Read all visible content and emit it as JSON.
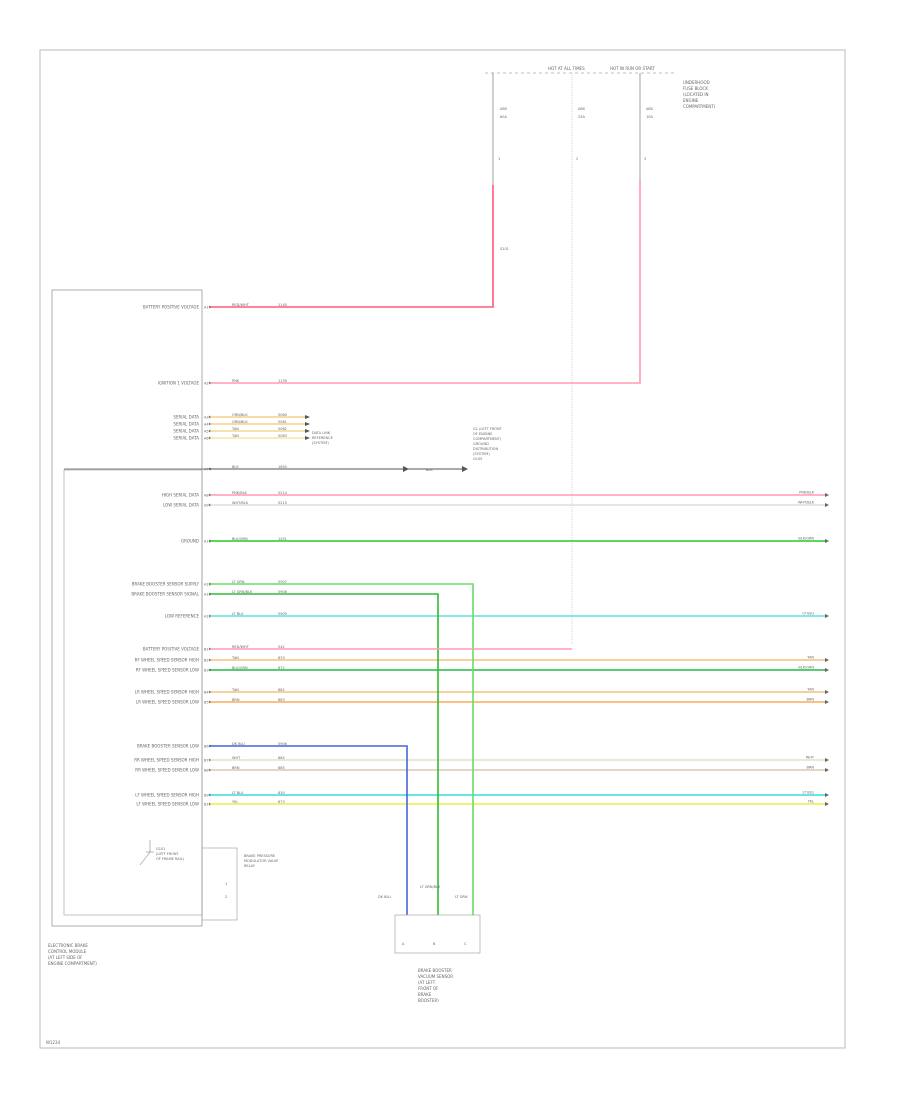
{
  "fuse_block": {
    "top_labels": [
      "HOT AT ALL TIMES",
      "HOT IN RUN OR START"
    ],
    "side_label": [
      "UNDERHOOD",
      "FUSE BLOCK",
      "(LOCATED IN",
      "ENGINE",
      "COMPARTMENT)"
    ],
    "fuses": [
      {
        "name": "ABS",
        "rating": "60A",
        "circuit": "1"
      },
      {
        "name": "ABS",
        "rating": "25A",
        "circuit": "2"
      },
      {
        "name": "ABS",
        "rating": "10A",
        "circuit": "3"
      }
    ],
    "splice": "S101"
  },
  "module": {
    "label": [
      "ELECTRONIC BRAKE",
      "CONTROL MODULE",
      "(AT LEFT SIDE OF",
      "ENGINE COMPARTMENT)"
    ],
    "ground_label": [
      "G101",
      "(LEFT FRONT",
      "OF FRAME RAIL)"
    ],
    "switch_label": [
      "BRAKE PRESSURE",
      "MODULATOR VALVE",
      "RELAY"
    ],
    "pins": [
      {
        "num": "A1",
        "label": "BATTERY POSITIVE VOLTAGE",
        "wire": "RED/WHT",
        "circuit": "1140",
        "color": "#ff5a7a"
      },
      {
        "num": "A2",
        "label": "IGNITION 1 VOLTAGE",
        "wire": "PNK",
        "circuit": "1139",
        "color": "#ff9ab0"
      },
      {
        "num": "A3",
        "label": "SERIAL DATA",
        "wire": "ORN/BLK",
        "circuit": "5060",
        "color": "#f5d08a"
      },
      {
        "num": "A4",
        "label": "SERIAL DATA",
        "wire": "ORN/BLK",
        "circuit": "5061",
        "color": "#f5d08a"
      },
      {
        "num": "A5",
        "label": "SERIAL DATA",
        "wire": "TAN",
        "circuit": "5062",
        "color": "#f0d890"
      },
      {
        "num": "A6",
        "label": "SERIAL DATA",
        "wire": "TAN",
        "circuit": "5063",
        "color": "#f5e6a0"
      },
      {
        "num": "A7",
        "label": "",
        "wire": "BLK",
        "circuit": "1650",
        "color": "#555555"
      },
      {
        "num": "A8",
        "label": "HIGH SERIAL DATA",
        "wire": "PNK/BLK",
        "circuit": "5214",
        "color": "#ff9ab0"
      },
      {
        "num": "A9",
        "label": "LOW SERIAL DATA",
        "wire": "WHT/BLK",
        "circuit": "5215",
        "color": "#dddddd"
      },
      {
        "num": "A10",
        "label": "GROUND",
        "wire": "BLK/GRN",
        "circuit": "1451",
        "color": "#22cc22"
      },
      {
        "num": "A11",
        "label": "BRAKE BOOSTER SENSOR SUPPLY",
        "wire": "LT GRN",
        "circuit": "5907",
        "color": "#66dd66"
      },
      {
        "num": "A12",
        "label": "BRAKE BOOSTER SENSOR SIGNAL",
        "wire": "LT GRN/BLK",
        "circuit": "5908",
        "color": "#33bb33"
      },
      {
        "num": "A13",
        "label": "LOW REFERENCE",
        "wire": "LT BLU",
        "circuit": "5909",
        "color": "#66dddd"
      },
      {
        "num": "B1",
        "label": "BATTERY POSITIVE VOLTAGE",
        "wire": "RED/WHT",
        "circuit": "542",
        "color": "#ff9ab0"
      },
      {
        "num": "B2",
        "label": "RF WHEEL SPEED SENSOR HIGH",
        "wire": "TAN",
        "circuit": "833",
        "color": "#f5c080"
      },
      {
        "num": "B3",
        "label": "RF WHEEL SPEED SENSOR LOW",
        "wire": "BLK/GRN",
        "circuit": "872",
        "color": "#22bb44"
      },
      {
        "num": "B4",
        "label": "LR WHEEL SPEED SENSOR HIGH",
        "wire": "TAN",
        "circuit": "882",
        "color": "#f5c080"
      },
      {
        "num": "B5",
        "label": "LR WHEEL SPEED SENSOR LOW",
        "wire": "BRN",
        "circuit": "883",
        "color": "#ffaa55"
      },
      {
        "num": "B6",
        "label": "BRAKE BOOSTER SENSOR LOW",
        "wire": "DK BLU",
        "circuit": "5906",
        "color": "#4466dd"
      },
      {
        "num": "B7",
        "label": "RR WHEEL SPEED SENSOR HIGH",
        "wire": "WHT",
        "circuit": "884",
        "color": "#e6e0cc"
      },
      {
        "num": "B8",
        "label": "RR WHEEL SPEED SENSOR LOW",
        "wire": "BRN",
        "circuit": "885",
        "color": "#d8c8b0"
      },
      {
        "num": "B9",
        "label": "LF WHEEL SPEED SENSOR HIGH",
        "wire": "LT BLU",
        "circuit": "830",
        "color": "#33dddd"
      },
      {
        "num": "B10",
        "label": "LF WHEEL SPEED SENSOR LOW",
        "wire": "YEL",
        "circuit": "873",
        "color": "#eeee44"
      }
    ]
  },
  "connectors": {
    "serial_ref": [
      "DATA LINK",
      "REFERENCE",
      "(SYSTEM)"
    ],
    "ground_ref": [
      "G1 (LEFT FRONT",
      "OF ENGINE",
      "COMPARTMENT)",
      "GROUND",
      "DISTRIBUTION",
      "(SYSTEM)",
      "G105"
    ],
    "ground_wire": "BLK",
    "right_labels": [
      "PNK/BLK",
      "WHT/BLK",
      "BLK/GRN",
      "LT BLU",
      "TAN",
      "BLK/GRN",
      "TAN",
      "BRN",
      "WHT",
      "BRN",
      "LT BLU",
      "YEL"
    ]
  },
  "sensor": {
    "label": [
      "BRAKE BOOSTER",
      "VACUUM SENSOR",
      "(AT LEFT",
      "FRONT OF",
      "BRAKE",
      "BOOSTER)"
    ],
    "wires": [
      "DK BLU",
      "LT GRN/BLK",
      "LT GRN"
    ],
    "pins": [
      "A",
      "B",
      "C"
    ]
  },
  "footer": "W1234"
}
